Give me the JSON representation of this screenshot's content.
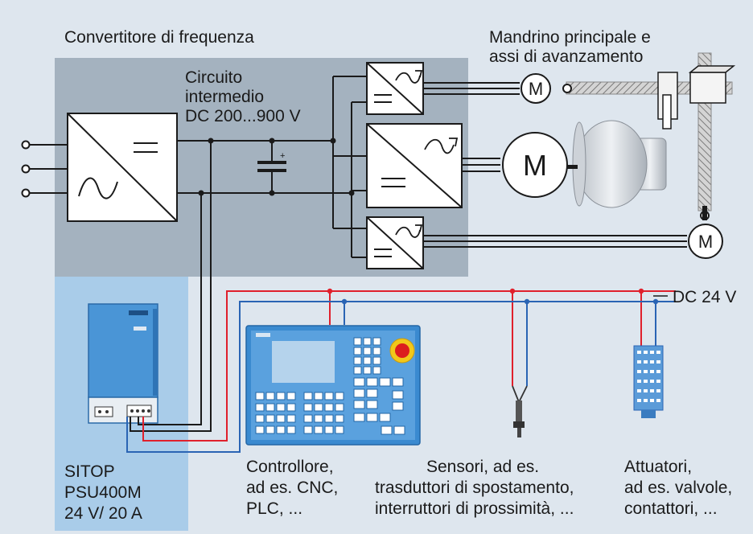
{
  "labels": {
    "converter_title": "Convertitore di frequenza",
    "spindle_title_line1": "Mandrino principale e",
    "spindle_title_line2": "assi di avanzamento",
    "dc_link_line1": "Circuito",
    "dc_link_line2": "intermedio",
    "dc_link_line3": "DC 200...900 V",
    "dc24": "DC 24 V",
    "motor_symbol": "M",
    "sitop_line1": "SITOP",
    "sitop_line2": "PSU400M",
    "sitop_line3": "24 V/ 20 A",
    "controller_line1": "Controllore,",
    "controller_line2": "ad es. CNC,",
    "controller_line3": "PLC, ...",
    "sensors_line1": "Sensori, ad es.",
    "sensors_line2": "trasduttori di spostamento,",
    "sensors_line3": "interruttori di prossimità, ...",
    "actuators_line1": "Attuatori,",
    "actuators_line2": "ad es. valvole,",
    "actuators_line3": "contattori, ..."
  },
  "colors": {
    "background": "#dee6ee",
    "converter_panel": "#a4b2bf",
    "sitop_panel": "#a9cce9",
    "line": "#1a1a1a",
    "wire_plus": "#e0202c",
    "wire_minus": "#2a64b4",
    "device_blue": "#3a8ad0",
    "estop_yellow": "#f2c81a",
    "estop_red": "#dc1e1e"
  },
  "icons": [
    "ac-sine-icon",
    "dc-bars-icon",
    "capacitor-icon",
    "motor-icon",
    "ball-screw-icon",
    "chuck-icon",
    "power-supply-icon",
    "control-panel-icon",
    "sensor-probe-icon",
    "terminal-block-icon"
  ]
}
